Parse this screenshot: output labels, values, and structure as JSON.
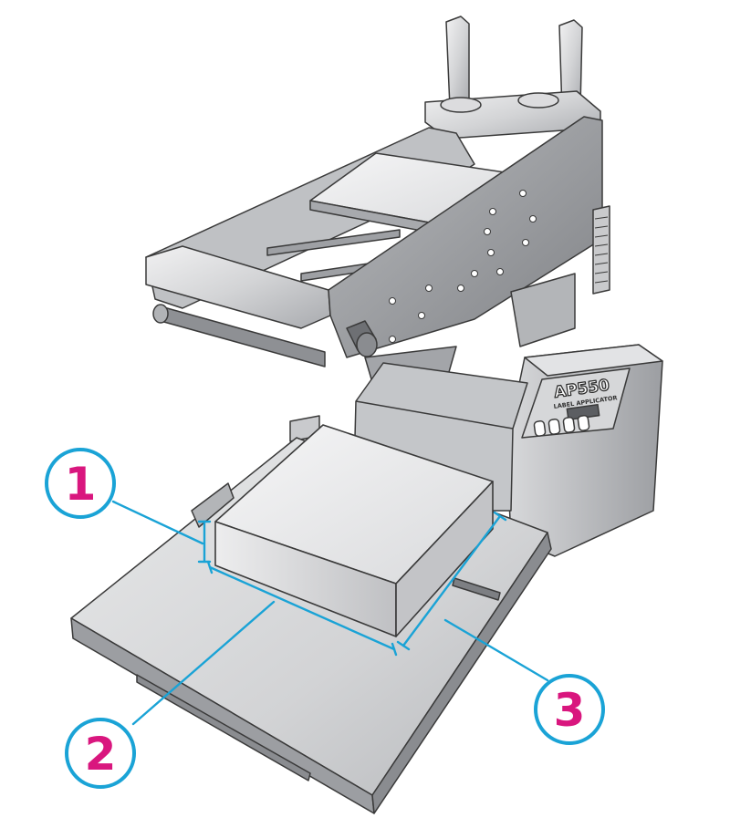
{
  "device": {
    "model": "AP550",
    "subtitle": "LABEL APPLICATOR"
  },
  "callouts": [
    {
      "number": "1"
    },
    {
      "number": "2"
    },
    {
      "number": "3"
    }
  ],
  "colors": {
    "callout_ring": "#1aa3d6",
    "callout_number": "#d9167e",
    "metal_light": "#e6e6e8",
    "metal_mid": "#c8c9cc",
    "metal_dark": "#8e9094",
    "outline": "#3a3a3a"
  }
}
